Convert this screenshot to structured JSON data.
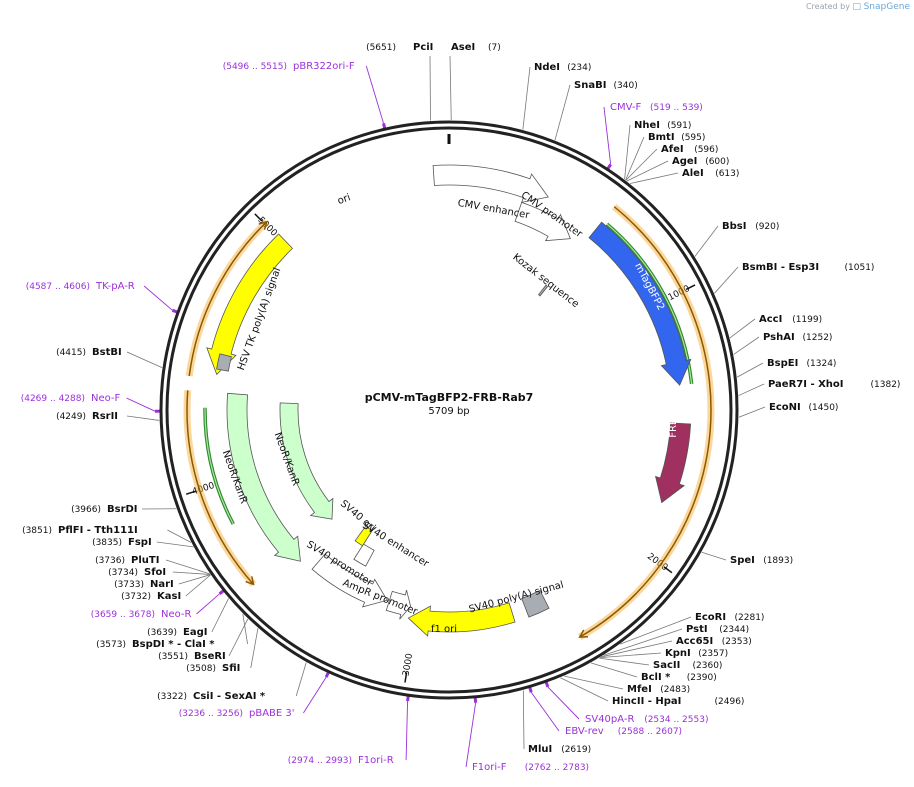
{
  "credit": {
    "prefix": "Created by",
    "brand": "SnapGene"
  },
  "plasmid": {
    "name": "pCMV-mTagBFP2-FRB-Rab7",
    "size": "5709 bp",
    "length": 5709
  },
  "colors": {
    "backbone": "#222222",
    "enzyme": "#111111",
    "primer": "#9b30d9",
    "blue": "#3366ee",
    "maroon": "#a03060",
    "yellow": "#ffff00",
    "lightgreen": "#ccffcc",
    "orange": "#f6a623",
    "gray": "#a8adb3",
    "white": "#ffffff"
  },
  "ticks": [
    {
      "pos": 0,
      "label": ""
    },
    {
      "pos": 1000,
      "label": "1000"
    },
    {
      "pos": 2000,
      "label": "2000"
    },
    {
      "pos": 3000,
      "label": "3000"
    },
    {
      "pos": 4000,
      "label": "4000"
    },
    {
      "pos": 5000,
      "label": "5000"
    }
  ],
  "features": [
    {
      "name": "ori",
      "start": 4420,
      "end": 5010,
      "dir": -1,
      "color": "yellow",
      "ring": 1
    },
    {
      "name": "CMV enhancer",
      "start": 5650,
      "end": 396,
      "dir": 1,
      "color": "white",
      "ring": 1
    },
    {
      "name": "CMV promoter",
      "start": 306,
      "end": 560,
      "dir": 1,
      "color": "white",
      "ring": 1
    },
    {
      "name": "mTagBFP2",
      "start": 620,
      "end": 1330,
      "dir": 1,
      "color": "blue",
      "ring": 1
    },
    {
      "name": "FRB",
      "start": 1480,
      "end": 1800,
      "dir": 1,
      "color": "maroon",
      "ring": 1
    },
    {
      "name": "SV40 poly(A) signal",
      "start": 2430,
      "end": 2520,
      "dir": 0,
      "color": "gray",
      "ring": 1
    },
    {
      "name": "f1 ori",
      "start": 2580,
      "end": 3030,
      "dir": 1,
      "color": "yellow",
      "ring": 1
    },
    {
      "name": "AmpR promoter",
      "start": 3030,
      "end": 3130,
      "dir": -1,
      "color": "white",
      "ring": 1
    },
    {
      "name": "SV40 promoter",
      "start": 3140,
      "end": 3500,
      "dir": -1,
      "color": "white",
      "ring": 1
    },
    {
      "name": "SV40 enhancer",
      "start": 3300,
      "end": 3370,
      "dir": 0,
      "color": "white",
      "ring": 3
    },
    {
      "name": "SV40 ori",
      "start": 3370,
      "end": 3420,
      "dir": 0,
      "color": "yellow",
      "ring": 3
    },
    {
      "name": "NeoR/KanR",
      "start": 3560,
      "end": 4350,
      "dir": -1,
      "color": "lightgreen",
      "ring": 1
    },
    {
      "name": "NeoR/KanR",
      "start": 3600,
      "end": 4320,
      "dir": -1,
      "color": "lightgreen",
      "ring": 3
    },
    {
      "name": "HSV TK poly(A) signal",
      "start": 4440,
      "end": 4500,
      "dir": 0,
      "color": "gray",
      "ring": 1
    },
    {
      "name": "Kozak sequence",
      "start": 600,
      "end": 612,
      "dir": 0,
      "color": "gray",
      "ring": 2
    }
  ],
  "featureLabels": [
    {
      "text": "ori"
    },
    {
      "text": "CMV enhancer"
    },
    {
      "text": "CMV promoter"
    },
    {
      "text": "Kozak sequence"
    },
    {
      "text": "mTagBFP2"
    },
    {
      "text": "FRB"
    },
    {
      "text": "SV40 poly(A) signal"
    },
    {
      "text": "f1 ori"
    },
    {
      "text": "AmpR promoter"
    },
    {
      "text": "SV40 promoter"
    },
    {
      "text": "SV40 enhancer"
    },
    {
      "text": "SV40 ori"
    },
    {
      "text": "NeoR/KanR"
    },
    {
      "text": "NeoR/KanR"
    },
    {
      "text": "HSV TK poly(A) signal"
    }
  ],
  "orangeArcs": [
    {
      "start": 620,
      "end": 2380,
      "dir": 1
    },
    {
      "start": 3620,
      "end": 4350,
      "dir": -1
    },
    {
      "start": 4400,
      "end": 5010,
      "dir": 1
    }
  ],
  "greenArcs": [
    {
      "start": 640,
      "end": 1330,
      "dir": -1
    },
    {
      "start": 3840,
      "end": 4290,
      "dir": 1
    }
  ],
  "enzymes": [
    {
      "pos": 5651,
      "name": "PciI",
      "num": "(5651)",
      "side": "top-left"
    },
    {
      "pos": 7,
      "name": "AseI",
      "num": "(7)",
      "side": "top-right"
    },
    {
      "pos": 234,
      "name": "NdeI",
      "num": "(234)",
      "side": "right"
    },
    {
      "pos": 340,
      "name": "SnaBI",
      "num": "(340)",
      "side": "right"
    },
    {
      "pos": 591,
      "name": "NheI",
      "num": "(591)",
      "side": "right"
    },
    {
      "pos": 595,
      "name": "BmtI",
      "num": "(595)",
      "side": "right"
    },
    {
      "pos": 596,
      "name": "AfeI",
      "num": "(596)",
      "side": "right"
    },
    {
      "pos": 600,
      "name": "AgeI",
      "num": "(600)",
      "side": "right"
    },
    {
      "pos": 613,
      "name": "AleI",
      "num": "(613)",
      "side": "right"
    },
    {
      "pos": 920,
      "name": "BbsI",
      "num": "(920)",
      "side": "right"
    },
    {
      "pos": 1051,
      "name": "BsmBI   - Esp3I",
      "num": "(1051)",
      "side": "right"
    },
    {
      "pos": 1199,
      "name": "AccI",
      "num": "(1199)",
      "side": "right"
    },
    {
      "pos": 1252,
      "name": "PshAI",
      "num": "(1252)",
      "side": "right"
    },
    {
      "pos": 1324,
      "name": "BspEI",
      "num": "(1324)",
      "side": "right"
    },
    {
      "pos": 1382,
      "name": "PaeR7I   - XhoI",
      "num": "(1382)",
      "side": "right"
    },
    {
      "pos": 1450,
      "name": "EcoNI",
      "num": "(1450)",
      "side": "right"
    },
    {
      "pos": 1893,
      "name": "SpeI",
      "num": "(1893)",
      "side": "right"
    },
    {
      "pos": 2281,
      "name": "EcoRI",
      "num": "(2281)",
      "side": "right"
    },
    {
      "pos": 2344,
      "name": "PstI",
      "num": "(2344)",
      "side": "right"
    },
    {
      "pos": 2353,
      "name": "Acc65I",
      "num": "(2353)",
      "side": "right"
    },
    {
      "pos": 2357,
      "name": "KpnI",
      "num": "(2357)",
      "side": "right"
    },
    {
      "pos": 2360,
      "name": "SacII",
      "num": "(2360)",
      "side": "right"
    },
    {
      "pos": 2390,
      "name": "BclI *",
      "num": "(2390)",
      "side": "right"
    },
    {
      "pos": 2483,
      "name": "MfeI",
      "num": "(2483)",
      "side": "right"
    },
    {
      "pos": 2496,
      "name": "HincII   - HpaI",
      "num": "(2496)",
      "side": "right"
    },
    {
      "pos": 2619,
      "name": "MluI",
      "num": "(2619)",
      "side": "right"
    },
    {
      "pos": 3322,
      "name": "CsiI   - SexAI *",
      "num": "(3322)",
      "side": "left"
    },
    {
      "pos": 3508,
      "name": "SfiI",
      "num": "(3508)",
      "side": "left"
    },
    {
      "pos": 3551,
      "name": "BseRI",
      "num": "(3551)",
      "side": "left"
    },
    {
      "pos": 3573,
      "name": "BspDI *   - ClaI *",
      "num": "(3573)",
      "side": "left"
    },
    {
      "pos": 3639,
      "name": "EagI",
      "num": "(3639)",
      "side": "left"
    },
    {
      "pos": 3732,
      "name": "KasI",
      "num": "(3732)",
      "side": "left"
    },
    {
      "pos": 3733,
      "name": "NarI",
      "num": "(3733)",
      "side": "left"
    },
    {
      "pos": 3734,
      "name": "SfoI",
      "num": "(3734)",
      "side": "left"
    },
    {
      "pos": 3736,
      "name": "PluTI",
      "num": "(3736)",
      "side": "left"
    },
    {
      "pos": 3835,
      "name": "FspI",
      "num": "(3835)",
      "side": "left"
    },
    {
      "pos": 3851,
      "name": "PflFI   - Tth111I",
      "num": "(3851)",
      "side": "left"
    },
    {
      "pos": 3966,
      "name": "BsrDI",
      "num": "(3966)",
      "side": "left"
    },
    {
      "pos": 4249,
      "name": "RsrII",
      "num": "(4249)",
      "side": "left"
    },
    {
      "pos": 4415,
      "name": "BstBI",
      "num": "(4415)",
      "side": "left"
    }
  ],
  "primers": [
    {
      "pos": 5505,
      "name": "pBR322ori-F",
      "range": "(5496 .. 5515)",
      "side": "left"
    },
    {
      "pos": 529,
      "name": "CMV-F",
      "range": "(519 .. 539)",
      "side": "right"
    },
    {
      "pos": 2543,
      "name": "SV40pA-R",
      "range": "(2534 .. 2553)",
      "side": "right"
    },
    {
      "pos": 2597,
      "name": "EBV-rev",
      "range": "(2588 .. 2607)",
      "side": "right"
    },
    {
      "pos": 2772,
      "name": "F1ori-F",
      "range": "(2762 .. 2783)",
      "side": "right"
    },
    {
      "pos": 2983,
      "name": "F1ori-R",
      "range": "(2974 .. 2993)",
      "side": "left"
    },
    {
      "pos": 3246,
      "name": "pBABE 3'",
      "range": "(3236 .. 3256)",
      "side": "left"
    },
    {
      "pos": 3668,
      "name": "Neo-R",
      "range": "(3659 .. 3678)",
      "side": "left"
    },
    {
      "pos": 4278,
      "name": "Neo-F",
      "range": "(4269 .. 4288)",
      "side": "left"
    },
    {
      "pos": 4596,
      "name": "TK-pA-R",
      "range": "(4587 .. 4606)",
      "side": "left"
    }
  ]
}
